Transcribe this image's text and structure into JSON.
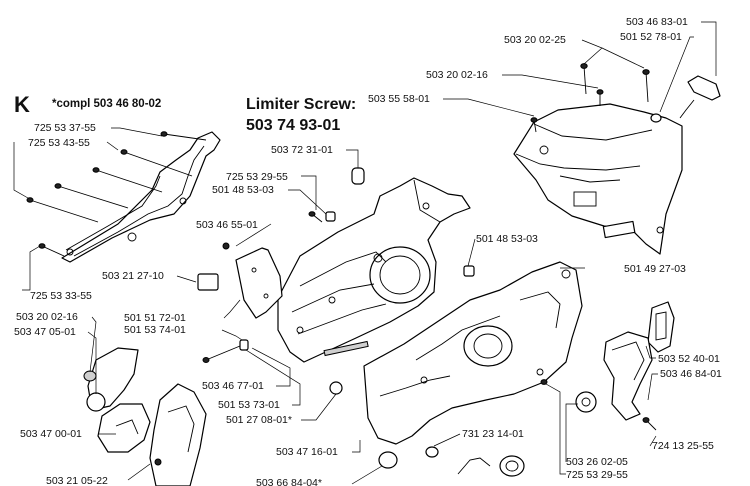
{
  "header": {
    "section_letter": "K",
    "assembly_note": "*compl 503 46 80-02",
    "limiter_title": "Limiter Screw:",
    "limiter_number": "503 74 93-01"
  },
  "labels": {
    "l_503_46_83_01": "503 46 83-01",
    "l_501_52_78_01": "501 52 78-01",
    "l_503_20_02_25": "503 20 02-25",
    "l_503_20_02_16_top": "503 20 02-16",
    "l_503_55_58_01": "503 55 58-01",
    "l_725_53_37_55": "725 53 37-55",
    "l_725_53_43_55": "725 53 43-55",
    "l_503_72_31_01": "503 72 31-01",
    "l_725_53_29_55_top": "725 53 29-55",
    "l_501_48_53_03_left": "501 48 53-03",
    "l_503_46_55_01": "503 46 55-01",
    "l_503_21_27_10": "503 21 27-10",
    "l_501_48_53_03_right": "501 48 53-03",
    "l_501_49_27_03": "501 49 27-03",
    "l_725_53_33_55": "725 53 33-55",
    "l_503_20_02_16_left": "503 20 02-16",
    "l_503_47_05_01": "503 47 05-01",
    "l_501_51_72_01": "501 51 72-01",
    "l_501_53_74_01": "501 53 74-01",
    "l_503_52_40_01": "503 52 40-01",
    "l_503_46_84_01": "503 46 84-01",
    "l_503_46_77_01": "503 46 77-01",
    "l_501_53_73_01": "501 53 73-01",
    "l_501_27_08_01": "501 27 08-01*",
    "l_503_47_00_01": "503 47 00-01",
    "l_503_47_16_01": "503 47 16-01",
    "l_731_23_14_01": "731 23 14-01",
    "l_724_13_25_55": "724 13 25-55",
    "l_503_26_02_05": "503 26 02-05",
    "l_725_53_29_55_bottom": "725 53 29-55",
    "l_503_21_05_22": "503 21 05-22",
    "l_503_66_84_04": "503 66 84-04*"
  }
}
